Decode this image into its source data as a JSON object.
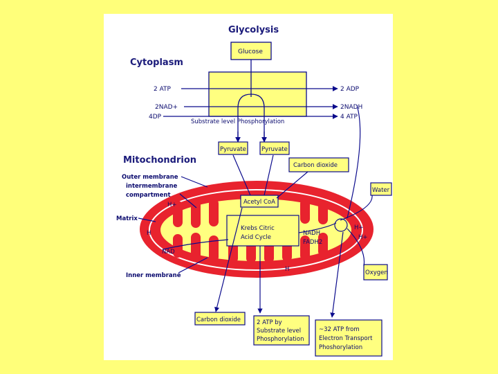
{
  "colors": {
    "page_background": "#FFFF7A",
    "panel": "#FFFFFF",
    "box_fill": "#FFFF80",
    "mitochondrion": "#E8232E",
    "line": "#0A0A8C"
  },
  "labels": {
    "glycolysis": "Glycolysis",
    "cytoplasm": "Cytoplasm",
    "glucose": "Glucose",
    "atp_in": "2 ATP",
    "adp_out": "2 ADP",
    "nad_in": "2NAD+",
    "nadh_out": "2NADH",
    "adp_in": "4DP",
    "atp_out": "4 ATP",
    "substrate_level": "Substrate level Phosphorylation",
    "pyruvate_1": "Pyruvate",
    "pyruvate_2": "Pyruvate",
    "mitochondrion": "Mitochondrion",
    "carbon_dioxide_top": "Carbon dioxide",
    "outer_membrane": "Outer membrane",
    "intermembrane_1": "intermembrane",
    "intermembrane_2": "compartment",
    "water": "Water",
    "h_plus_1": "H+",
    "acetyl_coa": "Acetyl CoA",
    "matrix": "Matrix",
    "krebs_1": "Krebs Citric",
    "krebs_2": "Acid Cycle",
    "h_plus_2": "H",
    "nadh": "NADH",
    "fadh2": "FADH2",
    "h_plus_3": "H+",
    "h_plus_4": "H+",
    "nad": "NAD",
    "h_plus_5": "H",
    "oxygen": "Oxygen",
    "inner_membrane": "Inner membrane",
    "carbon_dioxide_bottom": "Carbon dioxide",
    "atp_substrate_1": "2 ATP by",
    "atp_substrate_2": "Substrate level",
    "atp_substrate_3": "Phosphorylation",
    "atp_et_1": "~32 ATP from",
    "atp_et_2": "Electron Transport",
    "atp_et_3": "Phoshorylation"
  }
}
